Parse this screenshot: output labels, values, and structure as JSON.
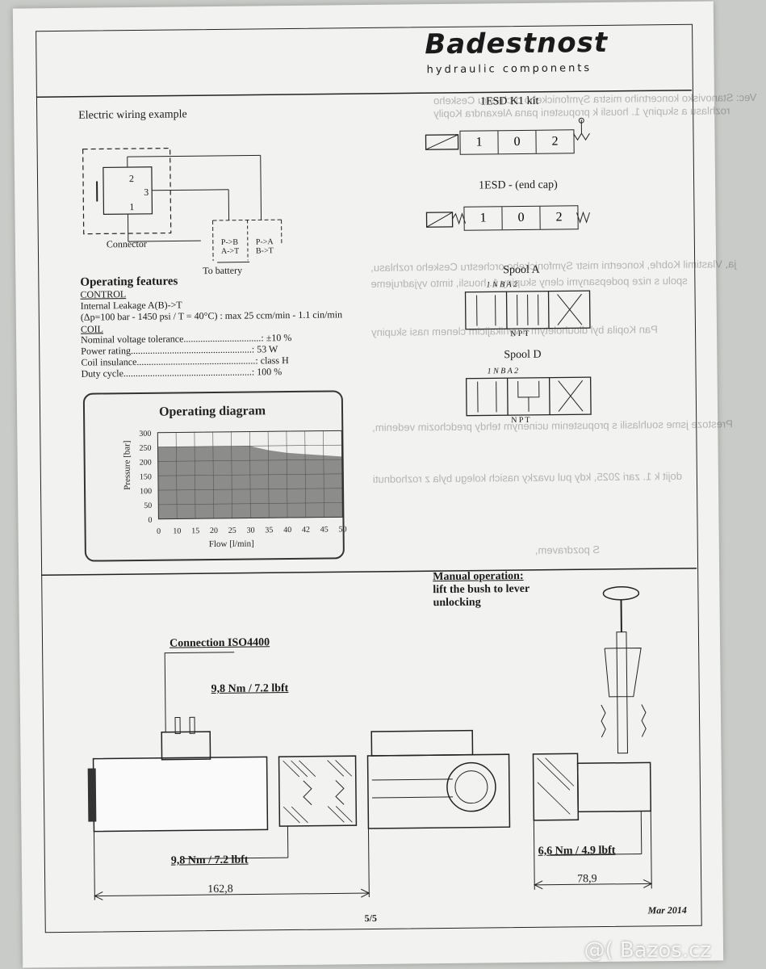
{
  "header": {
    "brand": "Badestnost",
    "brand_sub": "hydraulic components"
  },
  "wiring": {
    "title": "Electric wiring example",
    "connector_label": "Connector",
    "to_battery": "To battery",
    "pin_2": "2",
    "pin_1": "1",
    "pin_3": "3",
    "switch_left_1": "P->B",
    "switch_left_2": "A->T",
    "switch_right_1": "P->A",
    "switch_right_2": "B->T"
  },
  "kits": {
    "k1_title": "1ESD K1 kit",
    "endcap_title": "1ESD - (end cap)",
    "positions": [
      "1",
      "0",
      "2"
    ]
  },
  "spools": {
    "a_title": "Spool A",
    "d_title": "Spool D",
    "top_labels": "1   N B A   2",
    "bottom_labels": "N P T"
  },
  "features": {
    "title": "Operating features",
    "control_heading": "CONTROL",
    "leakage": "Internal Leakage A(B)->T",
    "leakage_detail": "(Δp=100 bar - 1450 psi / T = 40°C) : max 25 ccm/min - 1.1 cin/min",
    "coil_heading": "COIL",
    "rows": [
      {
        "label": "Nominal voltage tolerance................................",
        "value": ": ±10 %"
      },
      {
        "label": "Power rating..................................................",
        "value": ": 53 W"
      },
      {
        "label": "Coil insulance.................................................",
        "value": ": class H"
      },
      {
        "label": "Duty cycle.....................................................",
        "value": ": 100 %"
      }
    ]
  },
  "chart_data": {
    "type": "area",
    "title": "Operating diagram",
    "xlabel": "Flow [l/min]",
    "ylabel": "Pressure [bar]",
    "x_ticks": [
      "0",
      "10",
      "15",
      "20",
      "25",
      "30",
      "35",
      "40",
      "42",
      "45",
      "50"
    ],
    "y_ticks": [
      "0",
      "50",
      "100",
      "150",
      "200",
      "250",
      "300"
    ],
    "ylim": [
      0,
      300
    ],
    "x": [
      0,
      5,
      10,
      15,
      20,
      25,
      30,
      35,
      40,
      42,
      45,
      50
    ],
    "values": [
      250,
      250,
      250,
      250,
      250,
      250,
      235,
      225,
      220,
      218,
      215,
      210
    ],
    "grid": true
  },
  "drawing": {
    "manual_title": "Manual operation:",
    "manual_line1": "lift the bush to lever",
    "manual_line2": "unlocking",
    "connection": "Connection ISO4400",
    "torque_top": "9,8 Nm / 7.2 lbft",
    "torque_bottom": "9,8 Nm / 7.2 lbft",
    "torque_right": "6,6 Nm / 4.9 lbft",
    "dim_left": "162,8",
    "dim_right": "78,9"
  },
  "footer": {
    "page": "5/5",
    "date": "Mar 2014"
  },
  "watermark": "@( Bazos.cz"
}
